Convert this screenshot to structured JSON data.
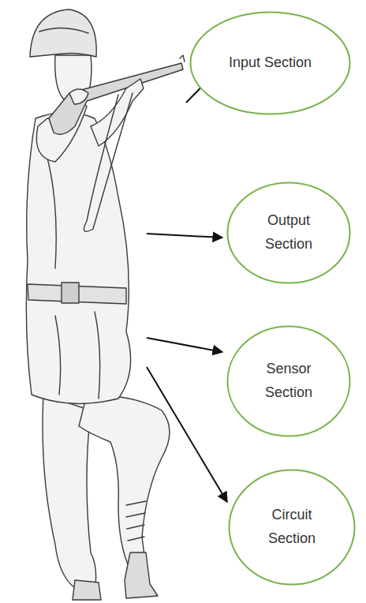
{
  "diagram": {
    "nodes": [
      {
        "text": [
          "Input Section"
        ]
      },
      {
        "text": [
          "Output Section"
        ]
      },
      {
        "text": [
          "Sensor Section"
        ]
      },
      {
        "text": [
          "Circuit Section"
        ]
      }
    ]
  }
}
